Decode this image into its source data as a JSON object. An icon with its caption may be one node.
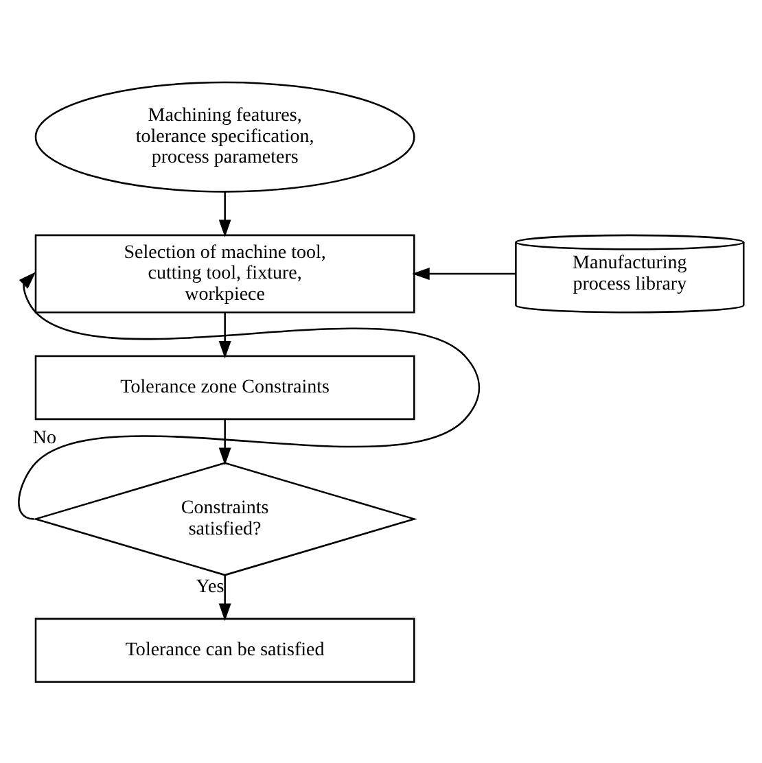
{
  "diagram": {
    "nodes": [
      {
        "text": [
          "Machining features, tolerance specification, process parameters"
        ]
      },
      {
        "text": [
          "Selection of machine tool, cutting tool, fixture, workpiece"
        ]
      },
      {
        "text": [
          "Manufacturing process library"
        ]
      },
      {
        "text": [
          "Tolerance zone Constraints"
        ]
      },
      {
        "text": [
          "Constraints satisfied?"
        ]
      },
      {
        "text": [
          "Tolerance can be satisfied"
        ]
      }
    ],
    "edges": [
      {
        "from": 0,
        "to": 1,
        "arrow": "to"
      },
      {
        "from": 2,
        "to": 1,
        "arrow": "to"
      },
      {
        "from": 1,
        "to": 3,
        "arrow": "to"
      },
      {
        "from": 3,
        "to": 4,
        "arrow": "to"
      },
      {
        "from": 4,
        "to": 1,
        "arrow": "to",
        "label": "No"
      },
      {
        "from": 4,
        "to": 5,
        "arrow": "to",
        "label": "Yes"
      }
    ]
  }
}
